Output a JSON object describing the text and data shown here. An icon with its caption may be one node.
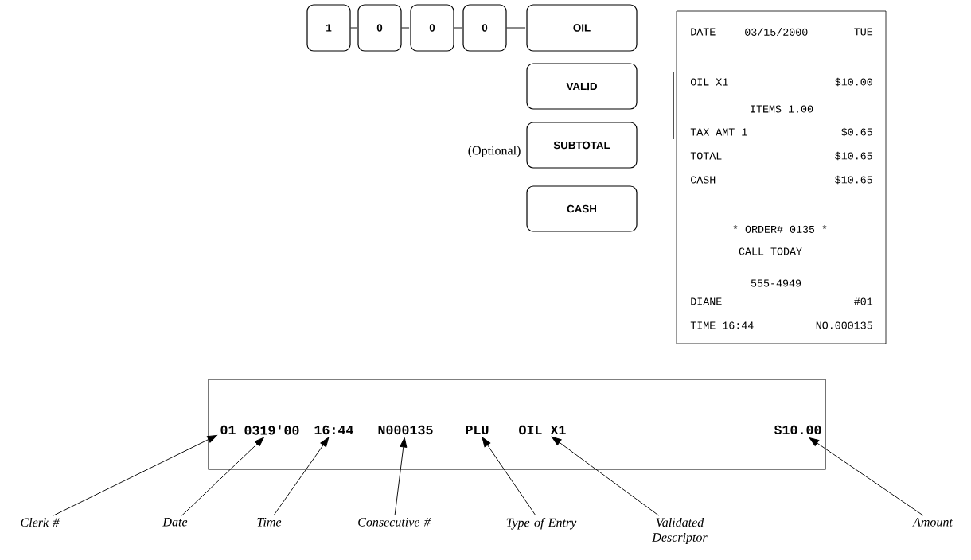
{
  "diagram": {
    "nodes": [
      {
        "text": [
          "1"
        ]
      },
      {
        "text": [
          "0"
        ]
      },
      {
        "text": [
          "0"
        ]
      },
      {
        "text": [
          "0"
        ]
      },
      {
        "text": [
          "OIL"
        ]
      },
      {
        "text": [
          "VALID"
        ]
      },
      {
        "text": [
          "SUBTOTAL"
        ],
        "beside": [
          "(Optional)"
        ]
      },
      {
        "text": [
          "CASH"
        ]
      },
      {
        "text": [
          "DATE",
          "03/15/2000",
          "TUE",
          "OIL X1",
          "$10.00",
          "ITEMS 1.00",
          "TAX AMT 1",
          "$0.65",
          "TOTAL",
          "$10.65",
          "CASH",
          "$10.65",
          "* ORDER# 0135 *",
          "CALL  TODAY",
          "555-4949",
          "DIANE",
          "#01",
          "TIME 16:44",
          "NO.000135"
        ]
      },
      {
        "text": [],
        "shape": "box"
      },
      {
        "text": [
          "01"
        ],
        "in": 9
      },
      {
        "text": [
          "0319'00"
        ],
        "in": 9
      },
      {
        "text": [
          "16:44"
        ],
        "in": 9
      },
      {
        "text": [
          "N000135"
        ],
        "in": 9
      },
      {
        "text": [
          "PLU"
        ],
        "in": 9
      },
      {
        "text": [
          "OIL X1"
        ],
        "in": 9
      },
      {
        "text": [
          "$10.00"
        ],
        "in": 9
      },
      {
        "text": [
          "Clerk #"
        ]
      },
      {
        "text": [
          "Date"
        ]
      },
      {
        "text": [
          "Time"
        ]
      },
      {
        "text": [
          "Consecutive #"
        ]
      },
      {
        "text": [
          "Type of Entry"
        ]
      },
      {
        "text": [
          "Validated Descriptor"
        ]
      },
      {
        "text": [
          "Amount"
        ]
      }
    ],
    "edges": [
      {
        "from": 0,
        "to": 1,
        "arrow": "none"
      },
      {
        "from": 1,
        "to": 2,
        "arrow": "none"
      },
      {
        "from": 2,
        "to": 3,
        "arrow": "none"
      },
      {
        "from": 3,
        "to": 4,
        "arrow": "none"
      },
      {
        "from": 17,
        "to": 10,
        "arrow": "to"
      },
      {
        "from": 18,
        "to": 11,
        "arrow": "to"
      },
      {
        "from": 19,
        "to": 12,
        "arrow": "to"
      },
      {
        "from": 20,
        "to": 13,
        "arrow": "to"
      },
      {
        "from": 21,
        "to": 14,
        "arrow": "to"
      },
      {
        "from": 22,
        "to": 15,
        "arrow": "to"
      },
      {
        "from": 23,
        "to": 16,
        "arrow": "to"
      }
    ]
  }
}
